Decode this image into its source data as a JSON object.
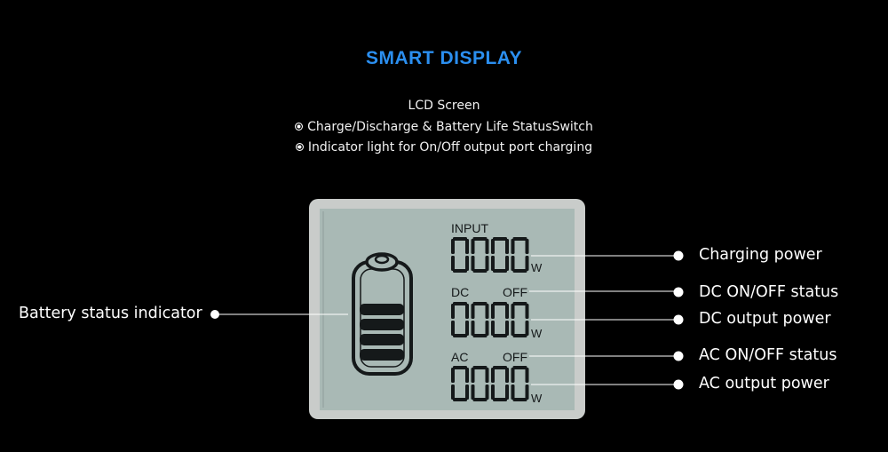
{
  "title": "SMART DISPLAY",
  "subtitle": {
    "heading": "LCD Screen",
    "bullets": [
      "Charge/Discharge & Battery Life StatusSwitch",
      "Indicator light for On/Off output port charging"
    ]
  },
  "colors": {
    "title": "#2b8ff0",
    "background": "#000000",
    "lcd_screen": "#a9b9b5",
    "lcd_bezel": "#c9ccca",
    "lcd_ink": "#15191a"
  },
  "lcd": {
    "input_label": "INPUT",
    "dc_label": "DC",
    "dc_status": "OFF",
    "ac_label": "AC",
    "ac_status": "OFF",
    "input_value": "0000",
    "dc_value": "0000",
    "ac_value": "0000",
    "unit": "W",
    "battery_icon": "battery-icon"
  },
  "callouts": {
    "battery_status": "Battery status indicator",
    "charging_power": "Charging power",
    "dc_onoff": "DC ON/OFF status",
    "dc_output": "DC output power",
    "ac_onoff": "AC ON/OFF status",
    "ac_output": "AC output power"
  }
}
